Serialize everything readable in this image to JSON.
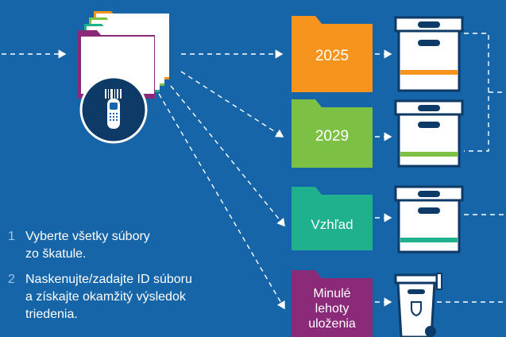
{
  "categories": [
    {
      "label": "2025",
      "color": "#f7941d"
    },
    {
      "label": "2029",
      "color": "#7cc144"
    },
    {
      "label": "Vzhľad",
      "color": "#1fb08e"
    },
    {
      "label": "Minulé\nlehoty\nuloženia",
      "color": "#8a2a79"
    }
  ],
  "steps": [
    {
      "number": "1",
      "text": "Vyberte všetky súbory\nzo škatule."
    },
    {
      "number": "2",
      "text": "Naskenujte/zadajte ID súboru\na získajte okamžitý výsledok\ntriedenia."
    }
  ],
  "icons": {
    "stack": "file-folder-stack-icon",
    "scanner": "barcode-scanner-icon",
    "box": "archive-box-icon",
    "bin": "recycle-bin-icon"
  },
  "colors": {
    "background": "#1565a8",
    "line": "#ffffff",
    "box_navy": "#0d3a66"
  }
}
